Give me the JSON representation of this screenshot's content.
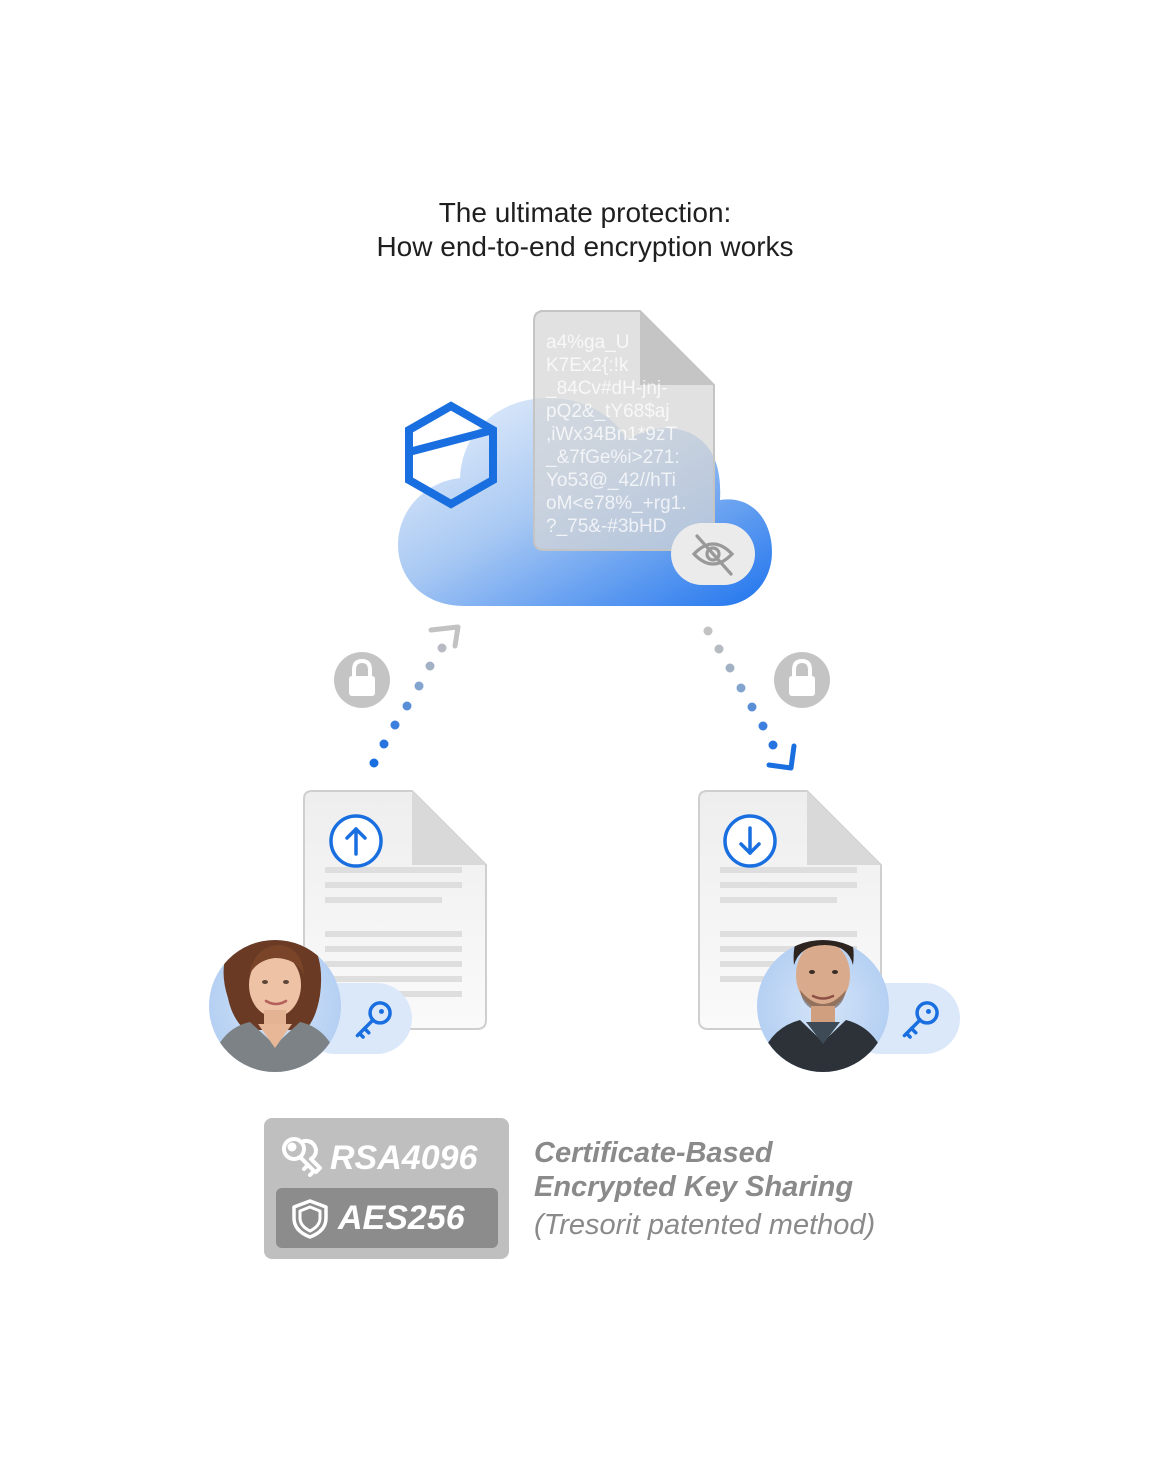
{
  "title": {
    "line1": "The ultimate protection:",
    "line2": "How end-to-end encryption works"
  },
  "encrypted_file": {
    "lines": [
      "a4%ga_U",
      "K7Ex2{:!k",
      "_84Cv#dH-jnj-",
      "pQ2&_tY68$aj",
      ",iWx34Bn1*9zT",
      "_&7fGe%i>271:",
      "Yo53@_42//hTi",
      "oM<e78%_+rg1.",
      "?_75&-#3bHD"
    ]
  },
  "icons": {
    "brand": "hexagon-logo-icon",
    "hidden": "eye-off-icon",
    "lock": "lock-icon",
    "upload": "upload-icon",
    "download": "download-icon",
    "key": "key-icon",
    "keys": "keys-icon",
    "shield": "shield-icon"
  },
  "colors": {
    "accent": "#1a6fe0",
    "cloud_top": "#dbe8f8",
    "cloud_bottom": "#2a7ff0",
    "gray": "#bdbdbd"
  },
  "badge": {
    "rsa": "RSA4096",
    "aes": "AES256"
  },
  "caption": {
    "line1": "Certificate-Based",
    "line2": "Encrypted Key Sharing",
    "line3": "(Tresorit patented method)"
  }
}
